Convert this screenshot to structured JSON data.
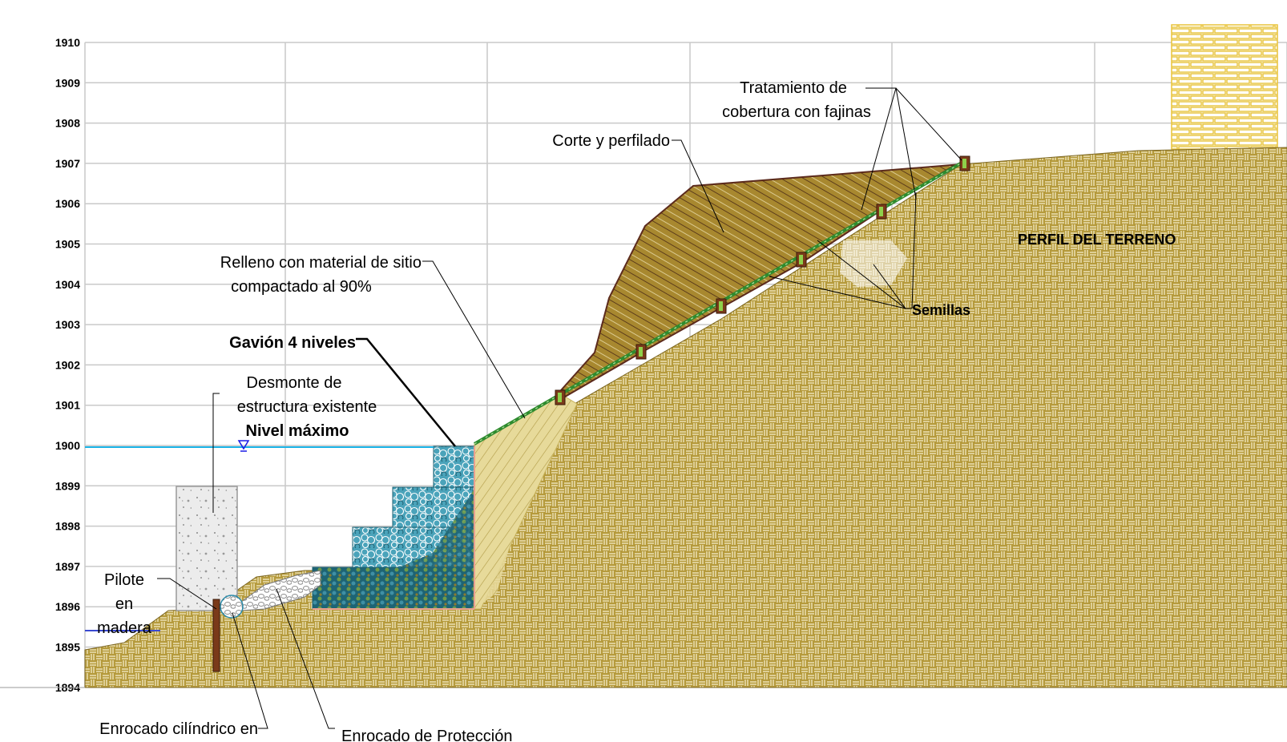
{
  "diagram": {
    "elevation_axis": {
      "ticks": [
        "1910",
        "1909",
        "1908",
        "1907",
        "1906",
        "1905",
        "1904",
        "1903",
        "1902",
        "1901",
        "1900",
        "1899",
        "1898",
        "1897",
        "1896",
        "1895",
        "1894"
      ]
    },
    "labels": {
      "tratamiento": [
        "Tratamiento de",
        "cobertura con fajinas"
      ],
      "corte": "Corte y perfilado",
      "perfil": "PERFIL DEL TERRENO",
      "relleno": [
        "Relleno con material de sitio",
        "compactado al 90%"
      ],
      "semillas": "Semillas",
      "gavion": "Gavión 4 niveles",
      "desmonte": [
        "Desmonte de",
        "estructura existente"
      ],
      "nivel": "Nivel máximo",
      "pilote": [
        "Pilote",
        "en",
        "madera"
      ],
      "enrocado_cil": "Enrocado cilíndrico en",
      "enrocado_prot": "Enrocado de Protección"
    },
    "colors": {
      "soil": "#b59a3c",
      "soil_weave": "#f4ecc6",
      "cut_fill": "#9a7a2c",
      "cut_outline": "#5b2a1c",
      "gabion": "#49a4bc",
      "water_line": "#1ab3e6",
      "seed_line": "#2e8b2e",
      "fascine": "#7a3a1a",
      "brick": "#f4d548",
      "concrete": "#ececec"
    }
  }
}
